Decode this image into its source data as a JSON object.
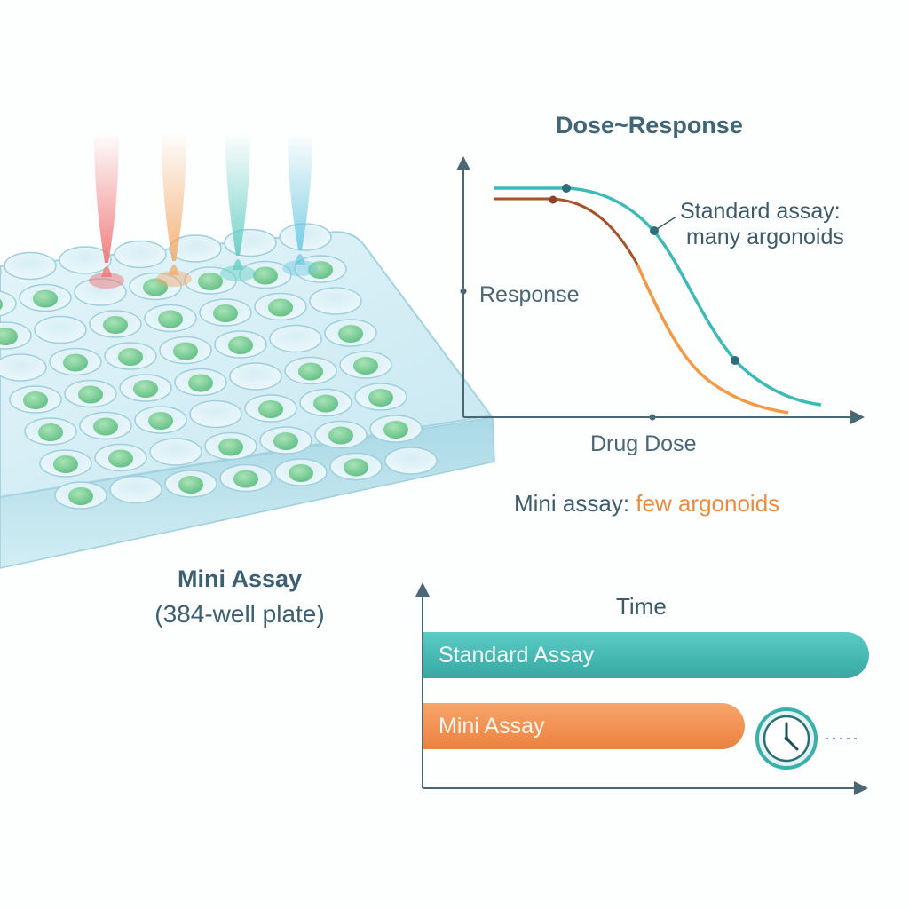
{
  "plate": {
    "title": "Mini Assay",
    "subtitle": "(384-well plate)",
    "pipette_colors": [
      "#f06b6b",
      "#f4a765",
      "#5ecbbf",
      "#6cc8e0"
    ],
    "well_fill": "#7fcf9a"
  },
  "dose_response": {
    "title": "Dose~Response",
    "y_label": "Response",
    "x_label": "Drug Dose",
    "standard_label_line1": "Standard assay:",
    "standard_label_line2": "many argonoids",
    "mini_label_prefix": "Mini assay:",
    "mini_label_highlight": "few argonoids",
    "standard_color": "#3cbab5",
    "mini_color": "#f29a45",
    "mini_upper_color": "#a8522a"
  },
  "time_chart": {
    "title": "Time",
    "standard_bar_label": "Standard Assay",
    "mini_bar_label": "Mini Assay",
    "standard_color": "#45b7b1",
    "mini_color": "#f08f50",
    "clock_icon": "clock-icon"
  }
}
